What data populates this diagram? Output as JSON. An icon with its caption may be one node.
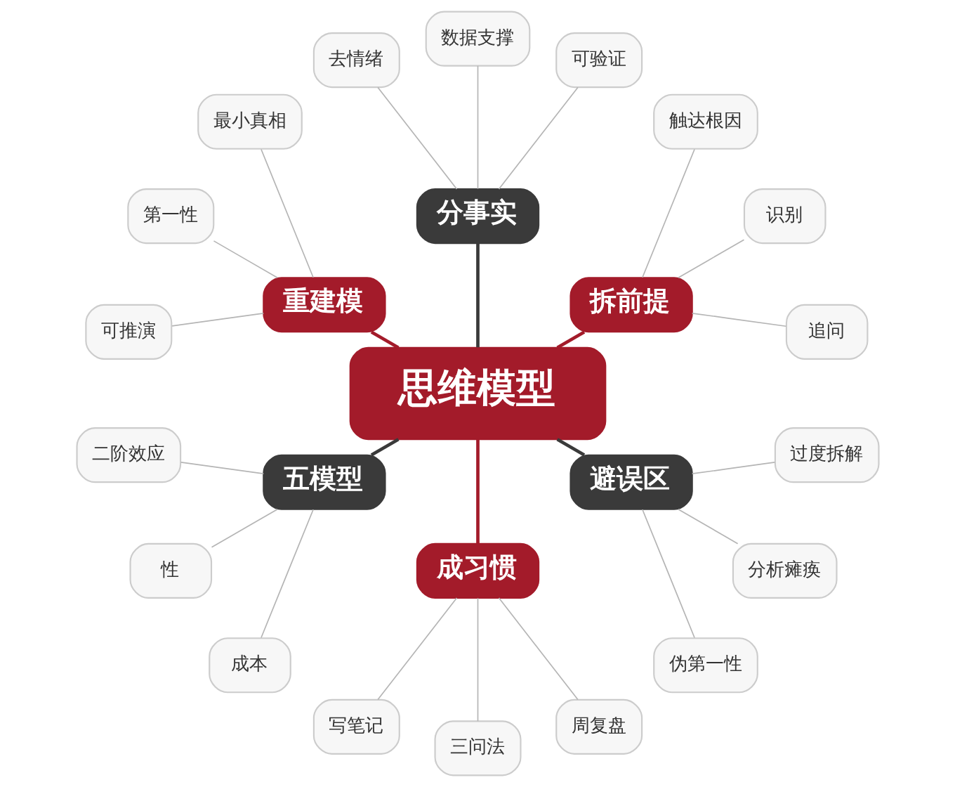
{
  "diagram": {
    "nodes": [
      {
        "text": [
          "思维模型"
        ]
      },
      {
        "text": [
          "拆前提"
        ]
      },
      {
        "text": [
          "追问"
        ]
      },
      {
        "text": [
          "识别"
        ]
      },
      {
        "text": [
          "触达根因"
        ]
      },
      {
        "text": [
          "分事实"
        ]
      },
      {
        "text": [
          "可验证"
        ]
      },
      {
        "text": [
          "数据支撑"
        ]
      },
      {
        "text": [
          "去情绪"
        ]
      },
      {
        "text": [
          "重建模"
        ]
      },
      {
        "text": [
          "最小真相"
        ]
      },
      {
        "text": [
          "第一性"
        ]
      },
      {
        "text": [
          "可推演"
        ]
      },
      {
        "text": [
          "五模型"
        ]
      },
      {
        "text": [
          "二阶效应"
        ]
      },
      {
        "text": [
          "性"
        ]
      },
      {
        "text": [
          "成本"
        ]
      },
      {
        "text": [
          "成习惯"
        ]
      },
      {
        "text": [
          "写笔记"
        ]
      },
      {
        "text": [
          "三问法"
        ]
      },
      {
        "text": [
          "周复盘"
        ]
      },
      {
        "text": [
          "避误区"
        ]
      },
      {
        "text": [
          "伪第一性"
        ]
      },
      {
        "text": [
          "分析瘫痪"
        ]
      },
      {
        "text": [
          "过度拆解"
        ]
      }
    ],
    "edges": [
      {
        "from": 0,
        "to": 1,
        "arrow": "none",
        "style": "thick",
        "color": "#a31b2a"
      },
      {
        "from": 1,
        "to": 2,
        "arrow": "none"
      },
      {
        "from": 1,
        "to": 3,
        "arrow": "none"
      },
      {
        "from": 1,
        "to": 4,
        "arrow": "none"
      },
      {
        "from": 0,
        "to": 5,
        "arrow": "none",
        "style": "thick",
        "color": "#3a3a3a"
      },
      {
        "from": 5,
        "to": 6,
        "arrow": "none"
      },
      {
        "from": 5,
        "to": 7,
        "arrow": "none"
      },
      {
        "from": 5,
        "to": 8,
        "arrow": "none"
      },
      {
        "from": 0,
        "to": 9,
        "arrow": "none",
        "style": "thick",
        "color": "#a31b2a"
      },
      {
        "from": 9,
        "to": 10,
        "arrow": "none"
      },
      {
        "from": 9,
        "to": 11,
        "arrow": "none"
      },
      {
        "from": 9,
        "to": 12,
        "arrow": "none"
      },
      {
        "from": 0,
        "to": 13,
        "arrow": "none",
        "style": "thick",
        "color": "#3a3a3a"
      },
      {
        "from": 13,
        "to": 14,
        "arrow": "none"
      },
      {
        "from": 13,
        "to": 15,
        "arrow": "none"
      },
      {
        "from": 13,
        "to": 16,
        "arrow": "none"
      },
      {
        "from": 0,
        "to": 17,
        "arrow": "none",
        "style": "thick",
        "color": "#a31b2a"
      },
      {
        "from": 17,
        "to": 18,
        "arrow": "none"
      },
      {
        "from": 17,
        "to": 19,
        "arrow": "none"
      },
      {
        "from": 17,
        "to": 20,
        "arrow": "none"
      },
      {
        "from": 0,
        "to": 21,
        "arrow": "none",
        "style": "thick",
        "color": "#3a3a3a"
      },
      {
        "from": 21,
        "to": 22,
        "arrow": "none"
      },
      {
        "from": 21,
        "to": 23,
        "arrow": "none"
      },
      {
        "from": 21,
        "to": 24,
        "arrow": "none"
      }
    ]
  }
}
